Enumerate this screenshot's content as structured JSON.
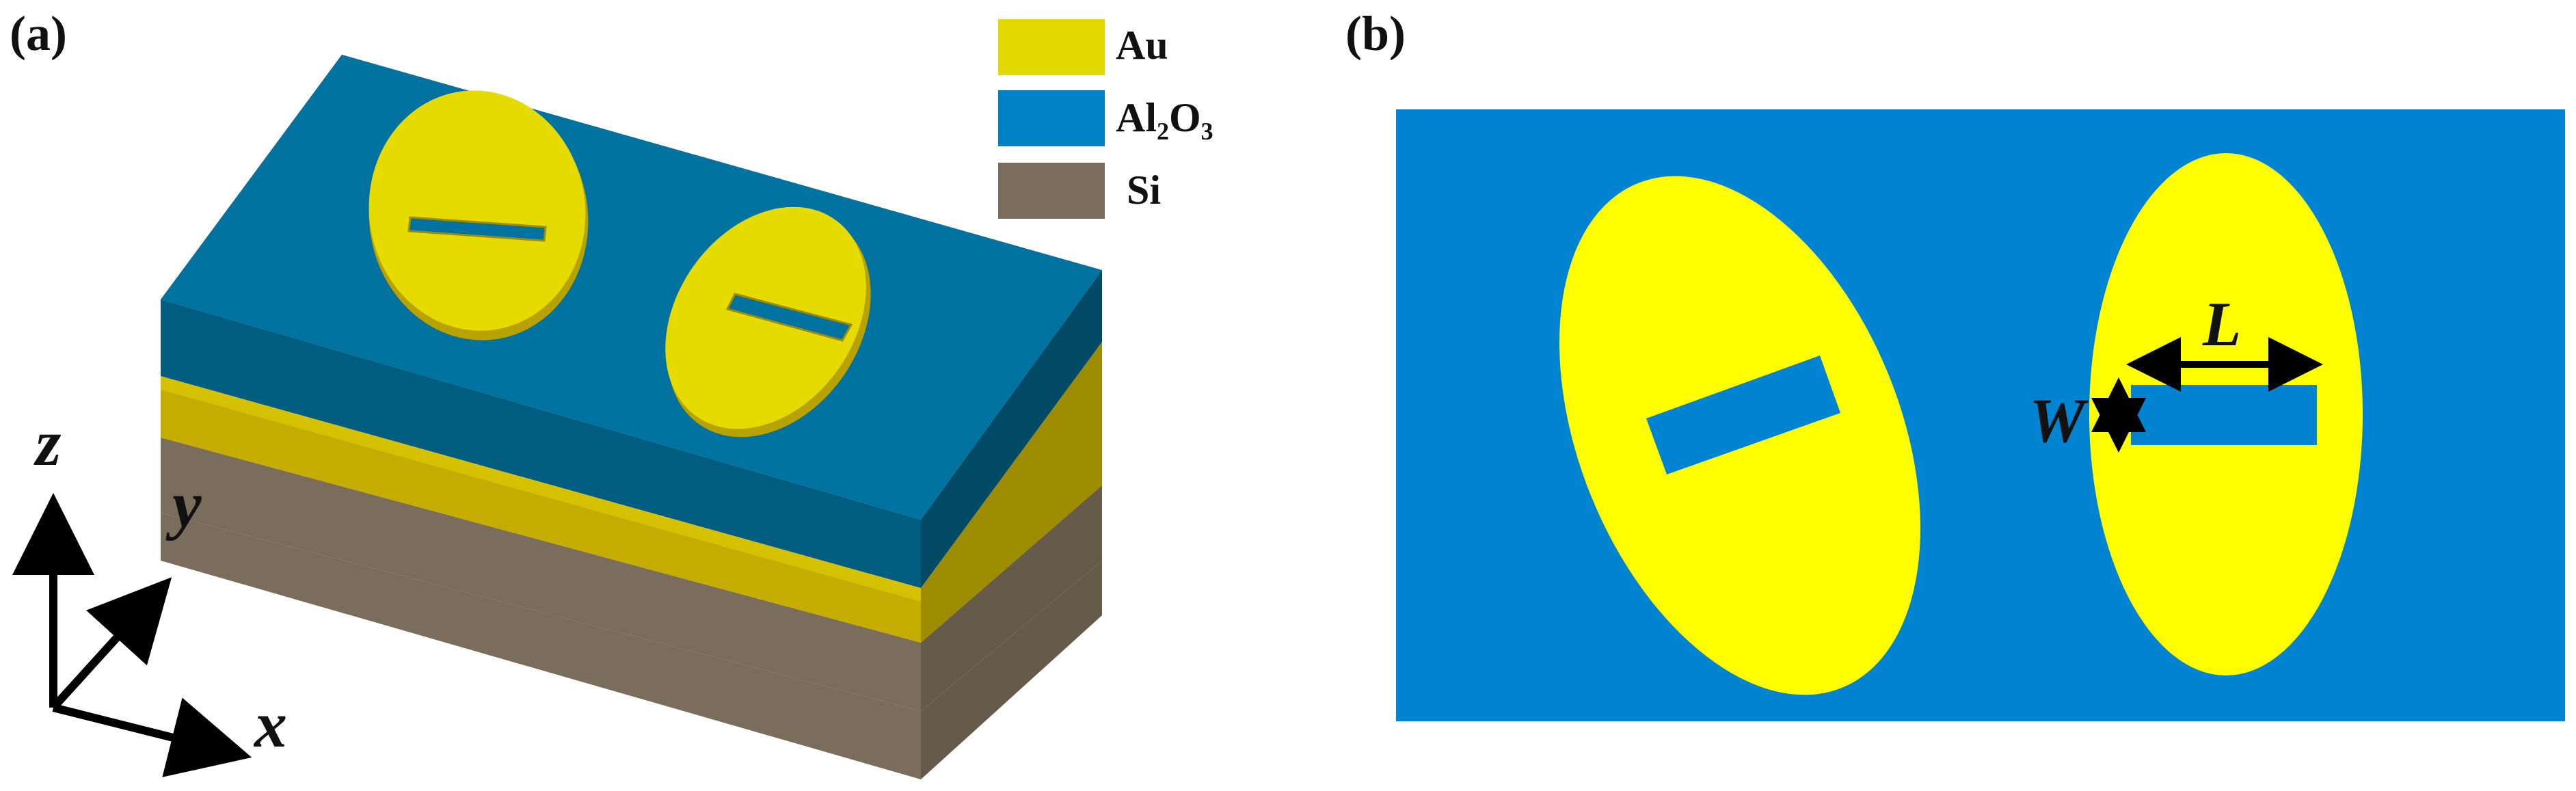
{
  "panels": {
    "a": {
      "label": "(a)"
    },
    "b": {
      "label": "(b)"
    }
  },
  "legend": [
    {
      "key": "au",
      "label": "Au",
      "color": "#E2D900"
    },
    {
      "key": "al2o3",
      "label": "Al₂O₃",
      "color": "#0081C6"
    },
    {
      "key": "si",
      "label": "Si",
      "color": "#7B6D5C"
    }
  ],
  "axes": {
    "z": "z",
    "y": "y",
    "x": "x"
  },
  "dimensions": {
    "length": "L",
    "width": "W"
  },
  "colors": {
    "al2o3_top": "#00729F",
    "al2o3_front": "#005D80",
    "al2o3_side": "#004A66",
    "au_front": "#C4AD00",
    "au_side": "#9E8C00",
    "si_front": "#7B6D5C",
    "si_side": "#665A4A",
    "au_top": "#E6DB00",
    "au_flat": "#FFFF00",
    "al2o3_flat": "#0084D1"
  }
}
